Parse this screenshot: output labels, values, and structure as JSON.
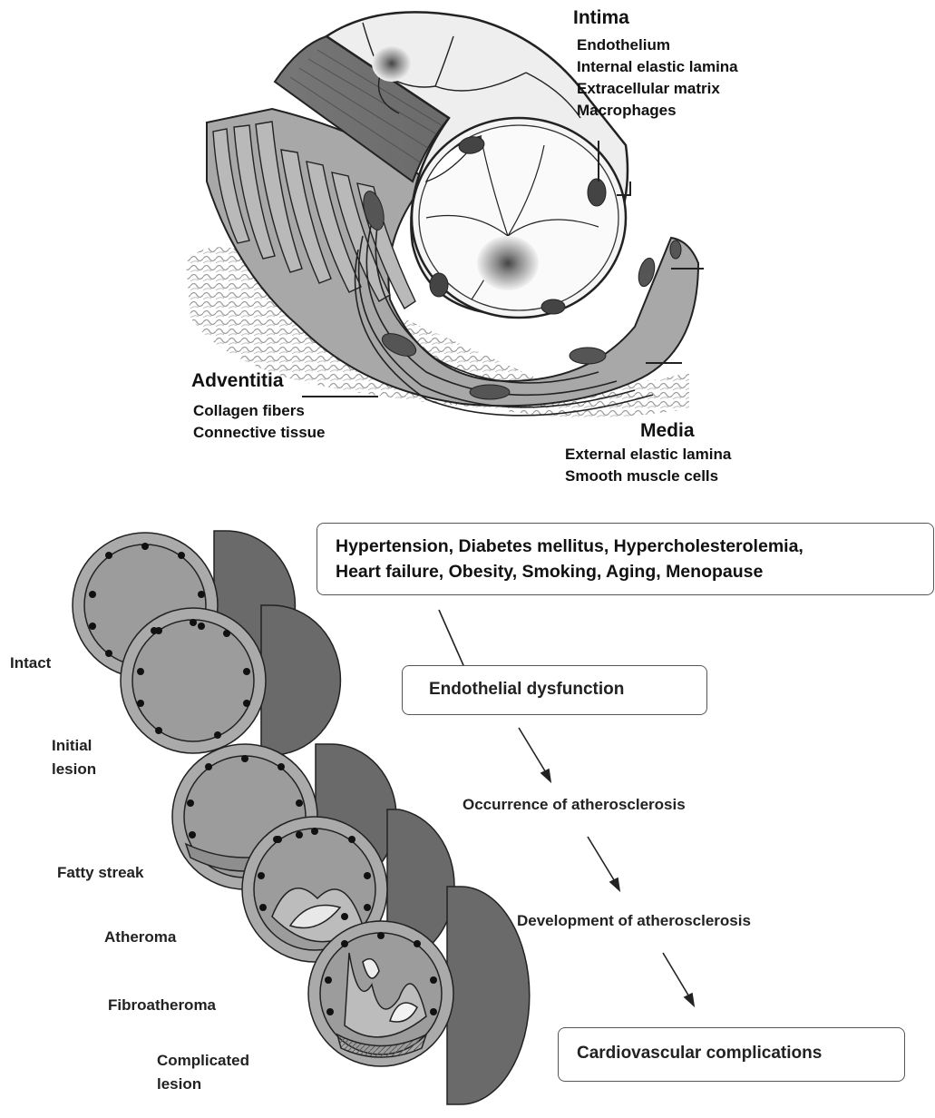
{
  "vessel": {
    "intima": {
      "title": "Intima",
      "items": [
        "Endothelium",
        "Internal elastic lamina",
        "Extracellular matrix",
        "Macrophages"
      ]
    },
    "adventitia": {
      "title": "Adventitia",
      "items": [
        "Collagen fibers",
        "Connective tissue"
      ]
    },
    "media": {
      "title": "Media",
      "items": [
        "External elastic lamina",
        "Smooth muscle cells"
      ]
    }
  },
  "stages": [
    {
      "lines": [
        "Intact"
      ]
    },
    {
      "lines": [
        "Initial",
        "lesion"
      ]
    },
    {
      "lines": [
        "Fatty streak"
      ]
    },
    {
      "lines": [
        "Atheroma"
      ]
    },
    {
      "lines": [
        "Fibroatheroma"
      ]
    },
    {
      "lines": [
        "Complicated",
        "lesion"
      ]
    }
  ],
  "flow": {
    "risk_factors": [
      "Hypertension, Diabetes mellitus, Hypercholesterolemia,",
      "Heart failure, Obesity, Smoking, Aging, Menopause"
    ],
    "endothelial": "Endothelial dysfunction",
    "occurrence": "Occurrence of atherosclerosis",
    "development": "Development of atherosclerosis",
    "complications": "Cardiovascular complications"
  }
}
